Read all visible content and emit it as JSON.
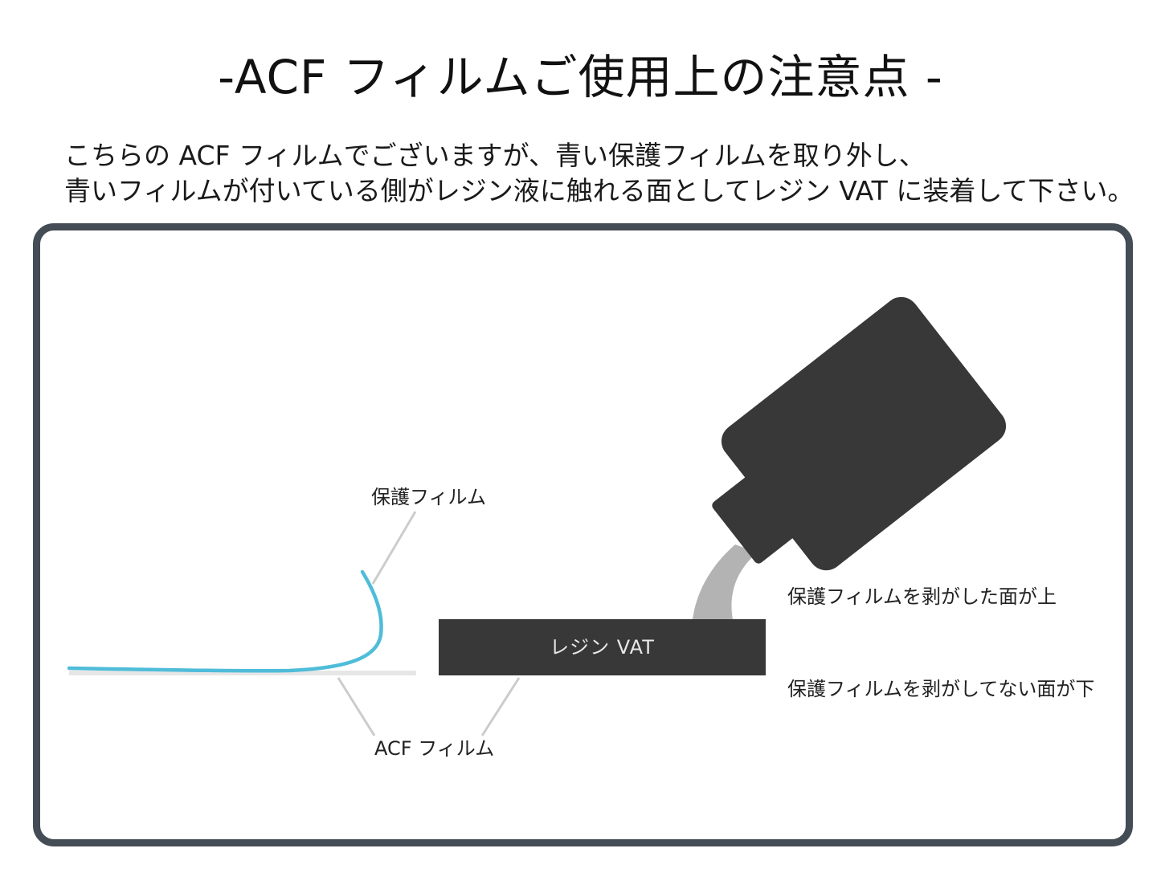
{
  "title": "-ACF フィルムご使用上の注意点 -",
  "description": {
    "line1": "こちらの ACF フィルムでございますが、青い保護フィルムを取り外し、",
    "line2": "青いフィルムが付いている側がレジン液に触れる面としてレジン VAT に装着して下さい。"
  },
  "diagram": {
    "label_protective_film": "保護フィルム",
    "label_acf_film": "ACF フィルム",
    "label_vat": "レジン VAT",
    "label_peeled_side_up": "保護フィルムを剥がした面が上",
    "label_unpeeled_side_down": "保護フィルムを剥がしてない面が下"
  },
  "colors": {
    "frame": "#444c55",
    "blue_film": "#4fbcd9",
    "acf_film": "#e6e6e6",
    "leader_line": "#cccccc",
    "vat": "#383838",
    "bottle": "#383838",
    "resin_stream": "#b3b3b3"
  }
}
